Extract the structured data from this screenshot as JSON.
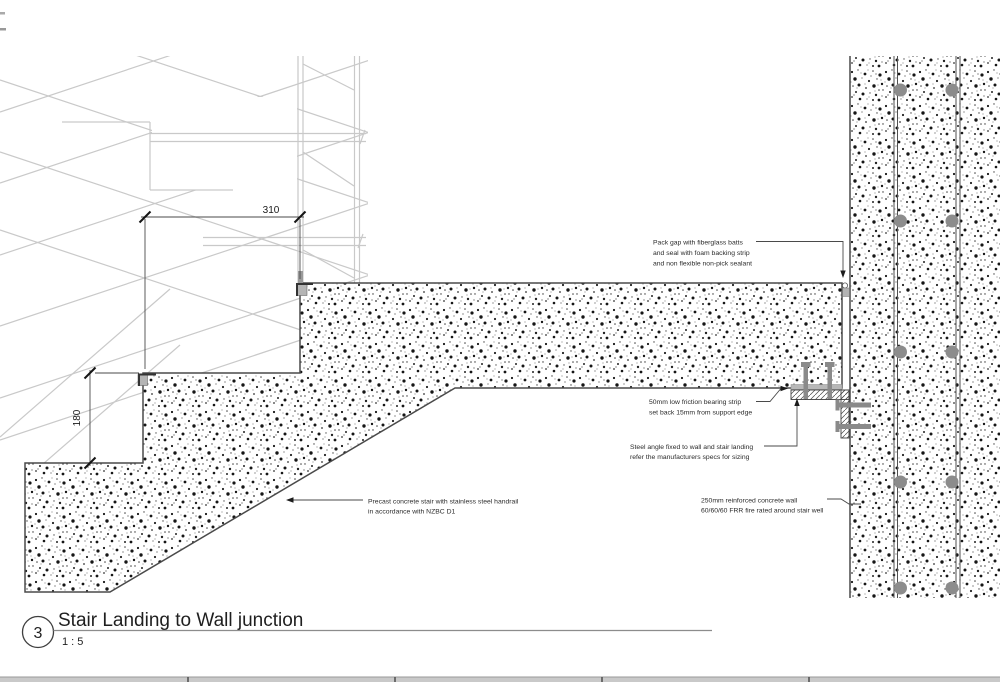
{
  "drawing": {
    "detail_number": "3",
    "title": "Stair Landing to Wall junction",
    "scale": "1 : 5"
  },
  "annotations": {
    "pack_gap": {
      "lines": [
        "Pack gap with fiberglass batts",
        "and seal with foam backing strip",
        "and non flexible non-pick sealant"
      ]
    },
    "bearing_strip": {
      "lines": [
        "50mm low friction bearing strip",
        "set back 15mm from support edge"
      ]
    },
    "steel_angle": {
      "lines": [
        "Steel angle fixed to wall and stair landing",
        "refer the manufacturers specs for sizing"
      ]
    },
    "precast_stair": {
      "lines": [
        "Precast concrete stair with stainless steel handrail",
        "in accordance with NZBC D1"
      ]
    },
    "wall": {
      "lines": [
        "250mm reinforced concrete wall",
        "60/60/60 FRR fire rated around stair well"
      ]
    }
  },
  "dimensions": {
    "tread_width": "310",
    "riser_height": "180"
  },
  "colors": {
    "beyond_linework": "#c9c9c9",
    "cut_line": "#4a4a4a",
    "steel_gray": "#8a8a8a",
    "sealant_gray": "#b3b3b3",
    "text": "#2b2b2b"
  }
}
